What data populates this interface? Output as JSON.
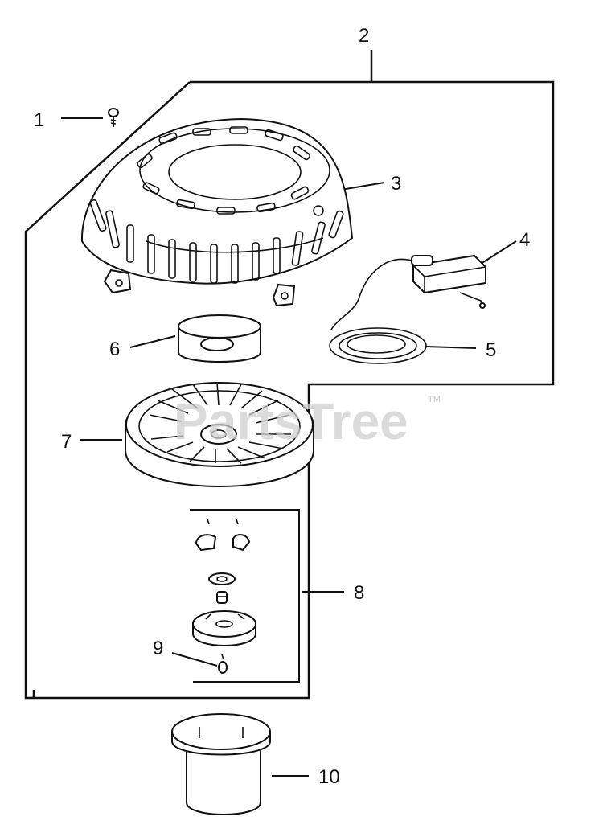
{
  "diagram": {
    "callouts": [
      "1",
      "2",
      "3",
      "4",
      "5",
      "6",
      "7",
      "8",
      "9",
      "10"
    ],
    "watermark": {
      "text": "PartsTree",
      "tm": "TM"
    }
  }
}
